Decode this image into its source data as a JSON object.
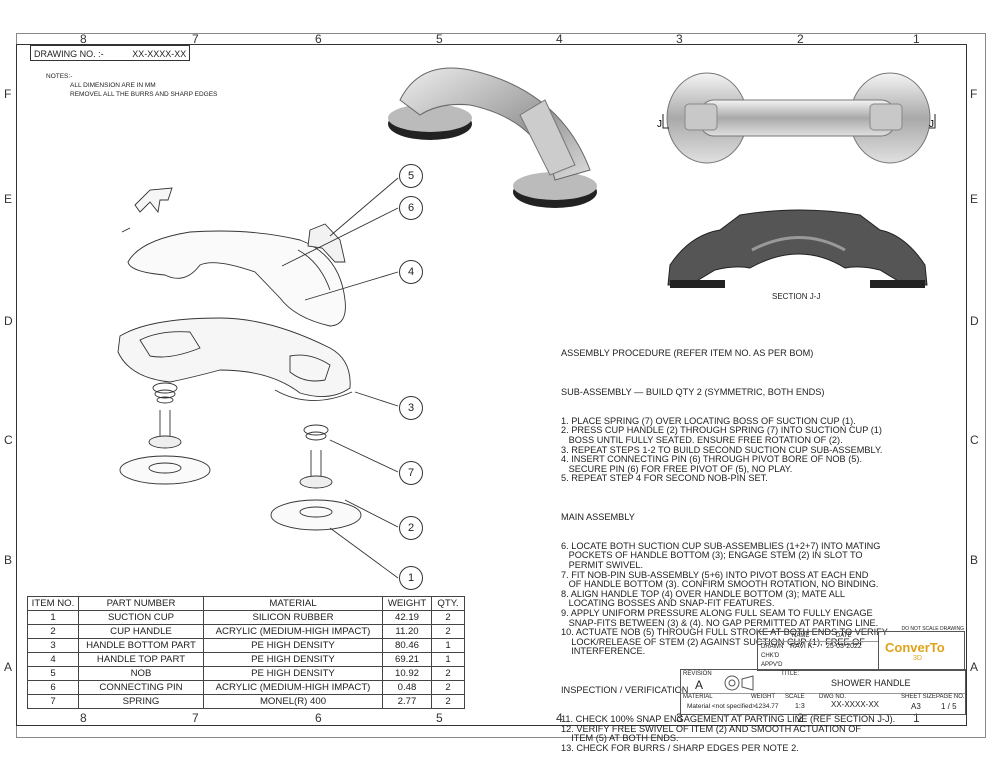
{
  "zones": {
    "columns": [
      "8",
      "7",
      "6",
      "5",
      "4",
      "3",
      "2",
      "1"
    ],
    "rows": [
      "F",
      "E",
      "D",
      "C",
      "B",
      "A"
    ]
  },
  "drawing_number": {
    "label": "DRAWING NO. :-",
    "value": "XX-XXXX-XX"
  },
  "notes": {
    "title": "NOTES:-",
    "lines": [
      "ALL DIMENSION ARE IN MM",
      "REMOVEL ALL THE  BURRS AND SHARP EDGES"
    ]
  },
  "section_labels": {
    "cut_left": "J",
    "cut_right": "J",
    "section_title": "SECTION J-J"
  },
  "callouts": [
    "5",
    "6",
    "4",
    "3",
    "7",
    "2",
    "1"
  ],
  "procedure": {
    "title": "ASSEMBLY PROCEDURE (REFER ITEM NO. AS PER BOM)",
    "sub_title": "SUB-ASSEMBLY — BUILD QTY 2 (SYMMETRIC, BOTH ENDS)",
    "sub_lines": [
      "1. PLACE SPRING (7) OVER LOCATING BOSS OF SUCTION CUP (1).",
      "2. PRESS CUP HANDLE (2) THROUGH SPRING (7) INTO SUCTION CUP (1)",
      "   BOSS UNTIL FULLY SEATED. ENSURE FREE ROTATION OF (2).",
      "3. REPEAT STEPS 1-2 TO BUILD SECOND SUCTION CUP SUB-ASSEMBLY.",
      "4. INSERT CONNECTING PIN (6) THROUGH PIVOT BORE OF NOB (5).",
      "   SECURE PIN (6) FOR FREE PIVOT OF (5), NO PLAY.",
      "5. REPEAT STEP 4 FOR SECOND NOB-PIN SET."
    ],
    "main_title": "MAIN ASSEMBLY",
    "main_lines": [
      "6. LOCATE BOTH SUCTION CUP SUB-ASSEMBLIES (1+2+7) INTO MATING",
      "   POCKETS OF HANDLE BOTTOM (3); ENGAGE STEM (2) IN SLOT TO",
      "   PERMIT SWIVEL.",
      "7. FIT NOB-PIN SUB-ASSEMBLY (5+6) INTO PIVOT BOSS AT EACH END",
      "   OF HANDLE BOTTOM (3). CONFIRM SMOOTH ROTATION, NO BINDING.",
      "8. ALIGN HANDLE TOP (4) OVER HANDLE BOTTOM (3); MATE ALL",
      "   LOCATING BOSSES AND SNAP-FIT FEATURES.",
      "9. APPLY UNIFORM PRESSURE ALONG FULL SEAM TO FULLY ENGAGE",
      "   SNAP-FITS BETWEEN (3) & (4). NO GAP PERMITTED AT PARTING LINE.",
      "10. ACTUATE NOB (5) THROUGH FULL STROKE AT BOTH ENDS TO VERIFY",
      "    LOCK/RELEASE OF STEM (2) AGAINST SUCTION CUP (1), FREE OF",
      "    INTERFERENCE."
    ],
    "insp_title": "INSPECTION / VERIFICATION",
    "insp_lines": [
      "11. CHECK 100% SNAP ENGAGEMENT AT PARTING LINE (REF SECTION J-J).",
      "12. VERIFY FREE SWIVEL OF ITEM (2) AND SMOOTH ACTUATION OF",
      "    ITEM (5) AT BOTH ENDS.",
      "13. CHECK FOR BURRS / SHARP EDGES PER NOTE 2."
    ]
  },
  "bom": {
    "headers": [
      "ITEM NO.",
      "PART NUMBER",
      "MATERIAL",
      "WEIGHT",
      "QTY."
    ],
    "rows": [
      [
        "1",
        "SUCTION CUP",
        "SILICON RUBBER",
        "42.19",
        "2"
      ],
      [
        "2",
        "CUP HANDLE",
        "ACRYLIC (MEDIUM-HIGH IMPACT)",
        "11.20",
        "2"
      ],
      [
        "3",
        "HANDLE BOTTOM PART",
        "PE HIGH DENSITY",
        "80.46",
        "1"
      ],
      [
        "4",
        "HANDLE TOP PART",
        "PE HIGH DENSITY",
        "69.21",
        "1"
      ],
      [
        "5",
        "NOB",
        "PE HIGH DENSITY",
        "10.92",
        "2"
      ],
      [
        "6",
        "CONNECTING PIN",
        "ACRYLIC (MEDIUM-HIGH IMPACT)",
        "0.48",
        "2"
      ],
      [
        "7",
        "SPRING",
        "MONEL(R) 400",
        "2.77",
        "2"
      ]
    ]
  },
  "title_block": {
    "do_not_scale": "DO NOT SCALE DRAWING",
    "name_hdr": "NAME",
    "date_hdr": "DATE",
    "drawn_lbl": "DRAWN",
    "drawn_name": "RAVI K.",
    "drawn_date": "25-03-2022",
    "chkd_lbl": "CHK'D",
    "appvd_lbl": "APPV'D",
    "logo_main": "ConverTo",
    "logo_sub": "3D",
    "revision_lbl": "REVISION",
    "revision": "A",
    "title_lbl": "TITLE:",
    "title": "SHOWER HANDLE",
    "material_lbl": "MATERIAL",
    "material": "Material <not specified>",
    "weight_lbl": "WEIGHT",
    "weight": "1234.77",
    "scale_lbl": "SCALE",
    "scale": "1:3",
    "dwg_lbl": "DWG NO.",
    "dwg": "XX-XXXX-XX",
    "sheet_lbl": "SHEET SIZE",
    "sheet": "A3",
    "page_lbl": "PAGE NO.",
    "page": "1 / 5"
  }
}
